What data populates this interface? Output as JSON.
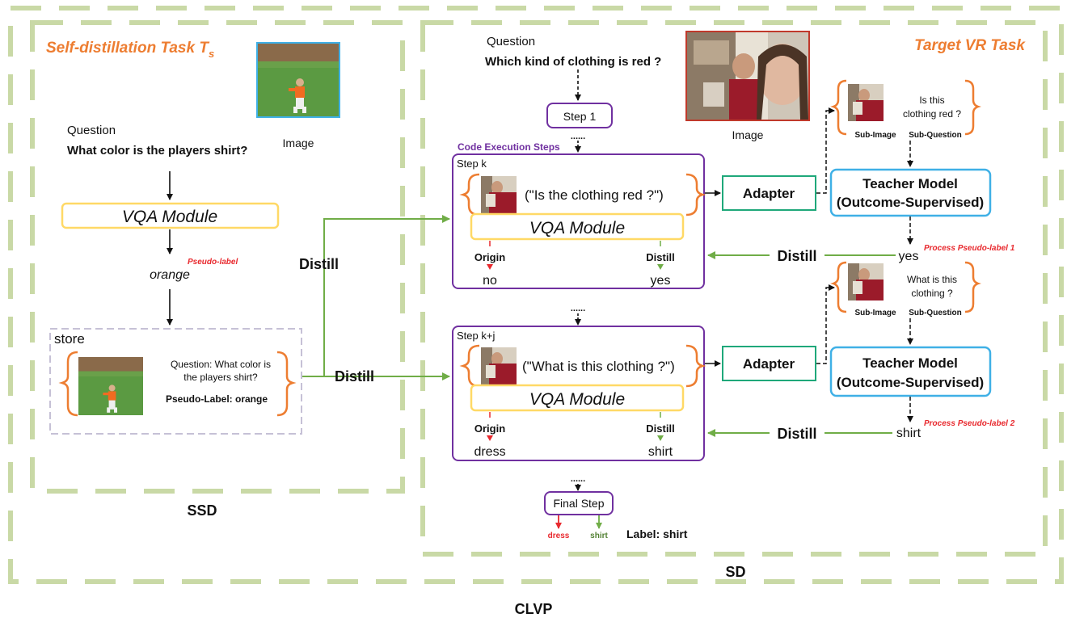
{
  "colors": {
    "dash_green": "#c9d9a6",
    "purple": "#7030a0",
    "yellow": "#ffd966",
    "orange": "#ed7d31",
    "teal": "#1fa87a",
    "blue": "#3fb0e6",
    "red": "#e8292e",
    "arrow_green": "#70ad47",
    "store_dash": "#c6c1d6"
  },
  "outer": {
    "label": "CLVP"
  },
  "ssd": {
    "label": "SSD",
    "title": "Self-distillation Task T",
    "title_sub": "s",
    "image_caption": "Image",
    "question_label": "Question",
    "question_text": "What color is the players shirt?",
    "vqa_label": "VQA Module",
    "pseudo_tag": "Pseudo-label",
    "answer": "orange",
    "store": {
      "label": "store",
      "question_line1": "Question: What color is",
      "question_line2": "the players shirt?",
      "pseudo_line": "Pseudo-Label: orange"
    }
  },
  "sd": {
    "label": "SD",
    "title": "Target VR Task",
    "question_label": "Question",
    "question_text": "Which kind of clothing is red ?",
    "image_caption": "Image",
    "step1": "Step 1",
    "code_steps_label": "Code Execution Steps",
    "dots": "......",
    "step_k": {
      "title": "Step k",
      "query": "(\"Is the clothing red ?\")",
      "vqa_label": "VQA Module",
      "origin_label": "Origin",
      "distill_label": "Distill",
      "origin_value": "no",
      "distill_value": "yes"
    },
    "step_kj": {
      "title": "Step k+j",
      "query": "(\"What is this clothing ?\")",
      "vqa_label": "VQA Module",
      "origin_label": "Origin",
      "distill_label": "Distill",
      "origin_value": "dress",
      "distill_value": "shirt"
    },
    "adapter_label": "Adapter",
    "teacher_line1": "Teacher Model",
    "teacher_line2": "(Outcome-Supervised)",
    "sub1": {
      "q_line1": "Is this",
      "q_line2": "clothing red ?",
      "sub_image": "Sub-Image",
      "sub_question": "Sub-Question",
      "answer": "yes",
      "pseudo_tag": "Process Pseudo-label 1"
    },
    "sub2": {
      "q_line1": "What is this",
      "q_line2": "clothing ?",
      "sub_image": "Sub-Image",
      "sub_question": "Sub-Question",
      "answer": "shirt",
      "pseudo_tag": "Process Pseudo-label 2"
    },
    "final_step": "Final Step",
    "final_origin": "dress",
    "final_distill": "shirt",
    "final_label": "Label: shirt"
  },
  "distill_label": "Distill"
}
